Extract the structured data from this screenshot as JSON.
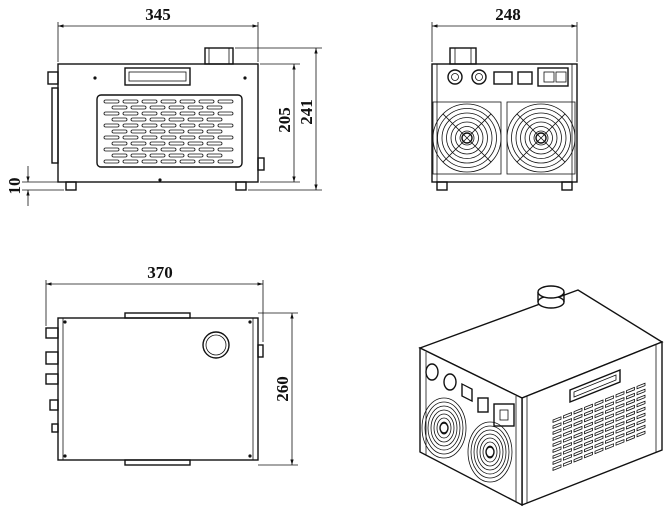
{
  "dimensions": {
    "front_width": "345",
    "front_height_body": "205",
    "front_height_total": "241",
    "feet_height": "10",
    "side_width": "248",
    "top_length": "370",
    "top_depth": "260"
  },
  "colors": {
    "line": "#111111",
    "background": "#ffffff"
  }
}
